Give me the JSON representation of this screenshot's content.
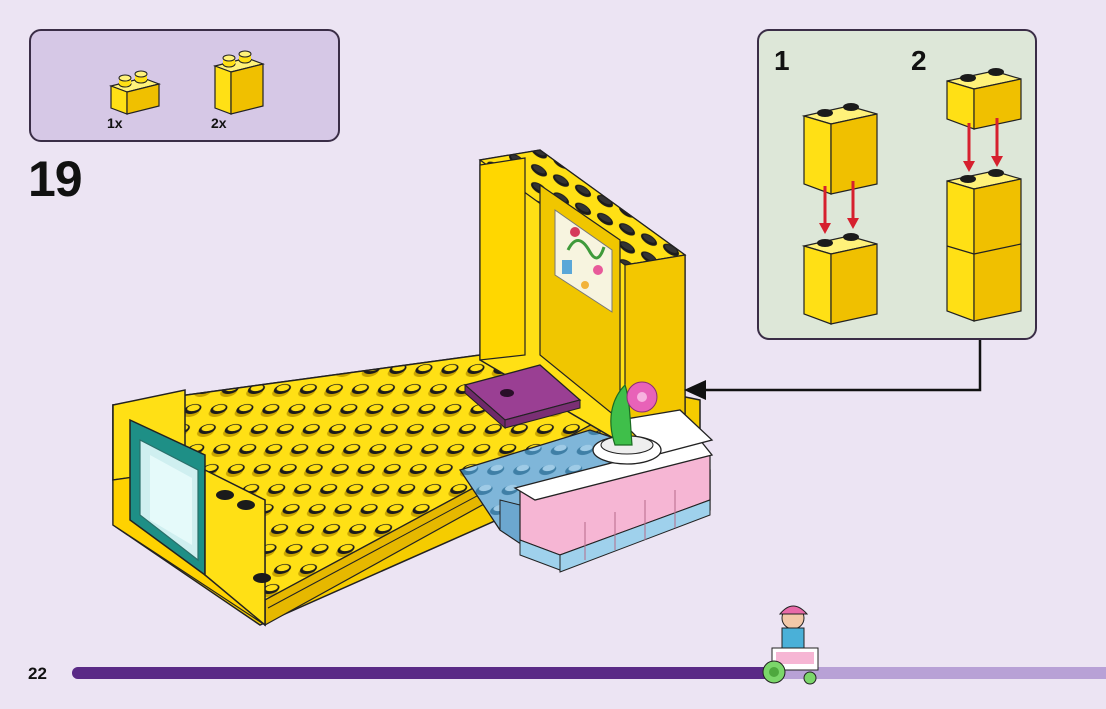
{
  "step": {
    "number": "19"
  },
  "parts": [
    {
      "qty": "1x",
      "icon": "yellow-1x2-brick-icon"
    },
    {
      "qty": "2x",
      "icon": "yellow-1x2x2-brick-icon"
    }
  ],
  "sub_steps": [
    {
      "label": "1"
    },
    {
      "label": "2"
    }
  ],
  "footer": {
    "page_number": "22",
    "progress": 0.69
  },
  "colors": {
    "background": "#ece4f3",
    "parts_box": "#d6c8e6",
    "subassembly_box": "#dde7d8",
    "brick_yellow": "#ffe015",
    "arrow_red": "#d6202e",
    "progress_dark": "#5a2a86",
    "progress_light": "#b8a1d6"
  }
}
